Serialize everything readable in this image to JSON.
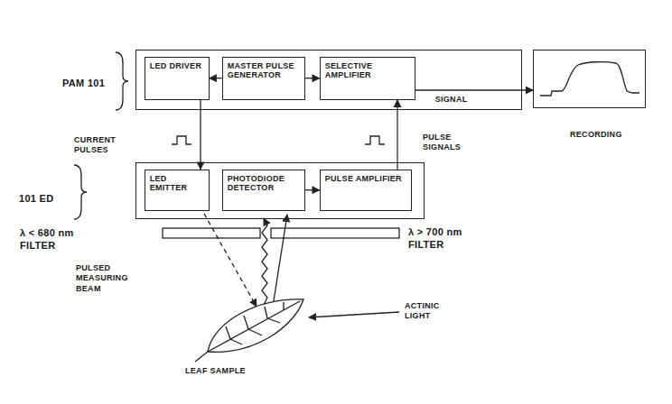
{
  "diagram": {
    "nodes": [
      {
        "text": [
          "PAM 101"
        ]
      },
      {
        "text": [
          "LED DRIVER"
        ],
        "in": 0
      },
      {
        "text": [
          "MASTER PULSE GENERATOR"
        ],
        "in": 0
      },
      {
        "text": [
          "SELECTIVE AMPLIFIER"
        ],
        "in": 0
      },
      {
        "text": [
          "RECORDING"
        ]
      },
      {
        "text": [
          "101 ED"
        ]
      },
      {
        "text": [
          "LED EMITTER"
        ],
        "in": 5
      },
      {
        "text": [
          "PHOTODIODE DETECTOR"
        ],
        "in": 5
      },
      {
        "text": [
          "PULSE AMPLIFIER"
        ],
        "in": 5
      }
    ],
    "edges": [
      {
        "from": 2,
        "to": 1,
        "arrow": "to"
      },
      {
        "from": 2,
        "to": 3,
        "arrow": "to"
      },
      {
        "from": 3,
        "to": 4,
        "label": "SIGNAL",
        "arrow": "to"
      },
      {
        "from": 1,
        "to": 6,
        "arrow": "to"
      },
      {
        "from": 7,
        "to": 8,
        "arrow": "to"
      },
      {
        "from": 8,
        "to": 3,
        "arrow": "to"
      }
    ],
    "labels": [
      "CURRENT PULSES",
      "PULSE SIGNALS",
      "λ < 680 nm FILTER",
      "λ > 700 nm FILTER",
      "PULSED MEASURING BEAM",
      "ACTINIC LIGHT",
      "LEAF SAMPLE"
    ]
  }
}
